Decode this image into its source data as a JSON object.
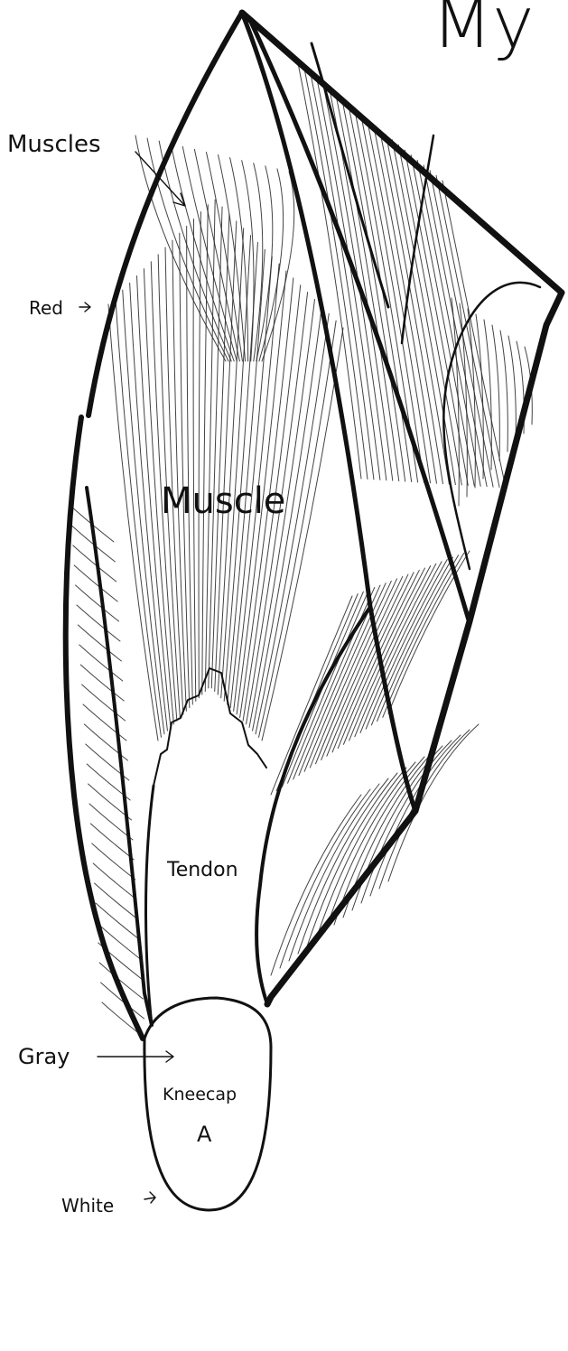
{
  "title": "My",
  "labels": {
    "muscles": "Muscles",
    "red": "Red",
    "muscle": "Muscle",
    "tendon": "Tendon",
    "gray": "Gray",
    "kneecap": "Kneecap",
    "kneecap_letter": "A",
    "white": "White"
  },
  "colors": {
    "ink": "#111111",
    "paper": "#ffffff"
  }
}
